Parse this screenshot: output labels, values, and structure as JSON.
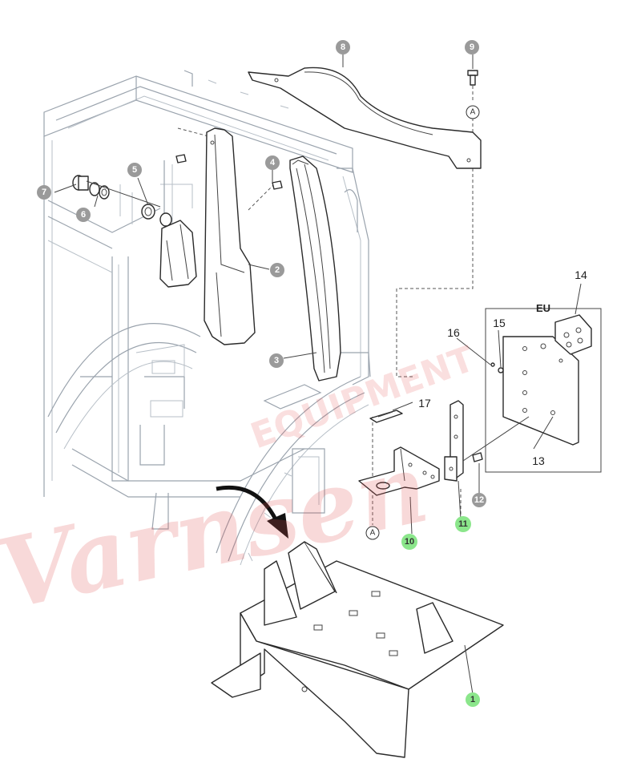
{
  "callouts": [
    {
      "id": "1",
      "label": "1",
      "style": "green"
    },
    {
      "id": "2",
      "label": "2",
      "style": "grey"
    },
    {
      "id": "3",
      "label": "3",
      "style": "grey"
    },
    {
      "id": "4",
      "label": "4",
      "style": "grey"
    },
    {
      "id": "5",
      "label": "5",
      "style": "grey"
    },
    {
      "id": "6",
      "label": "6",
      "style": "grey"
    },
    {
      "id": "7",
      "label": "7",
      "style": "grey"
    },
    {
      "id": "8",
      "label": "8",
      "style": "grey"
    },
    {
      "id": "9",
      "label": "9",
      "style": "grey"
    },
    {
      "id": "10",
      "label": "10",
      "style": "green"
    },
    {
      "id": "11",
      "label": "11",
      "style": "green"
    },
    {
      "id": "12",
      "label": "12",
      "style": "grey"
    }
  ],
  "plain_labels": {
    "l13": "13",
    "l14": "14",
    "l15": "15",
    "l16": "16",
    "l17": "17"
  },
  "reference_markers": {
    "top": "A",
    "bottom": "A"
  },
  "eu_box_label": "EU",
  "watermark": {
    "script": "Varnsen",
    "banner": "EQUIPMENT"
  },
  "colors": {
    "line": "#2a2a2a",
    "frame": "#9aa3ad",
    "callout_grey": "#9a9a9a",
    "callout_green": "#8be68b",
    "watermark": "#e15050"
  }
}
